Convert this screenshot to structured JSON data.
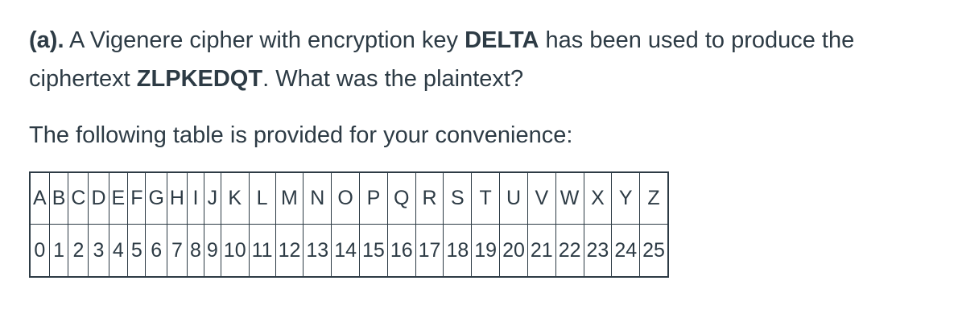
{
  "question": {
    "prefix": "(a).",
    "text_1": " A Vigenere cipher with encryption key ",
    "key": "DELTA",
    "text_2": " has been used to produce the ciphertext ",
    "ciphertext": "ZLPKEDQT",
    "text_3": ". What was the plaintext?"
  },
  "note": "The following table is provided for your convenience:",
  "table": {
    "letters": [
      "A",
      "B",
      "C",
      "D",
      "E",
      "F",
      "G",
      "H",
      "I",
      "J",
      "K",
      "L",
      "M",
      "N",
      "O",
      "P",
      "Q",
      "R",
      "S",
      "T",
      "U",
      "V",
      "W",
      "X",
      "Y",
      "Z"
    ],
    "numbers": [
      "0",
      "1",
      "2",
      "3",
      "4",
      "5",
      "6",
      "7",
      "8",
      "9",
      "10",
      "11",
      "12",
      "13",
      "14",
      "15",
      "16",
      "17",
      "18",
      "19",
      "20",
      "21",
      "22",
      "23",
      "24",
      "25"
    ]
  }
}
